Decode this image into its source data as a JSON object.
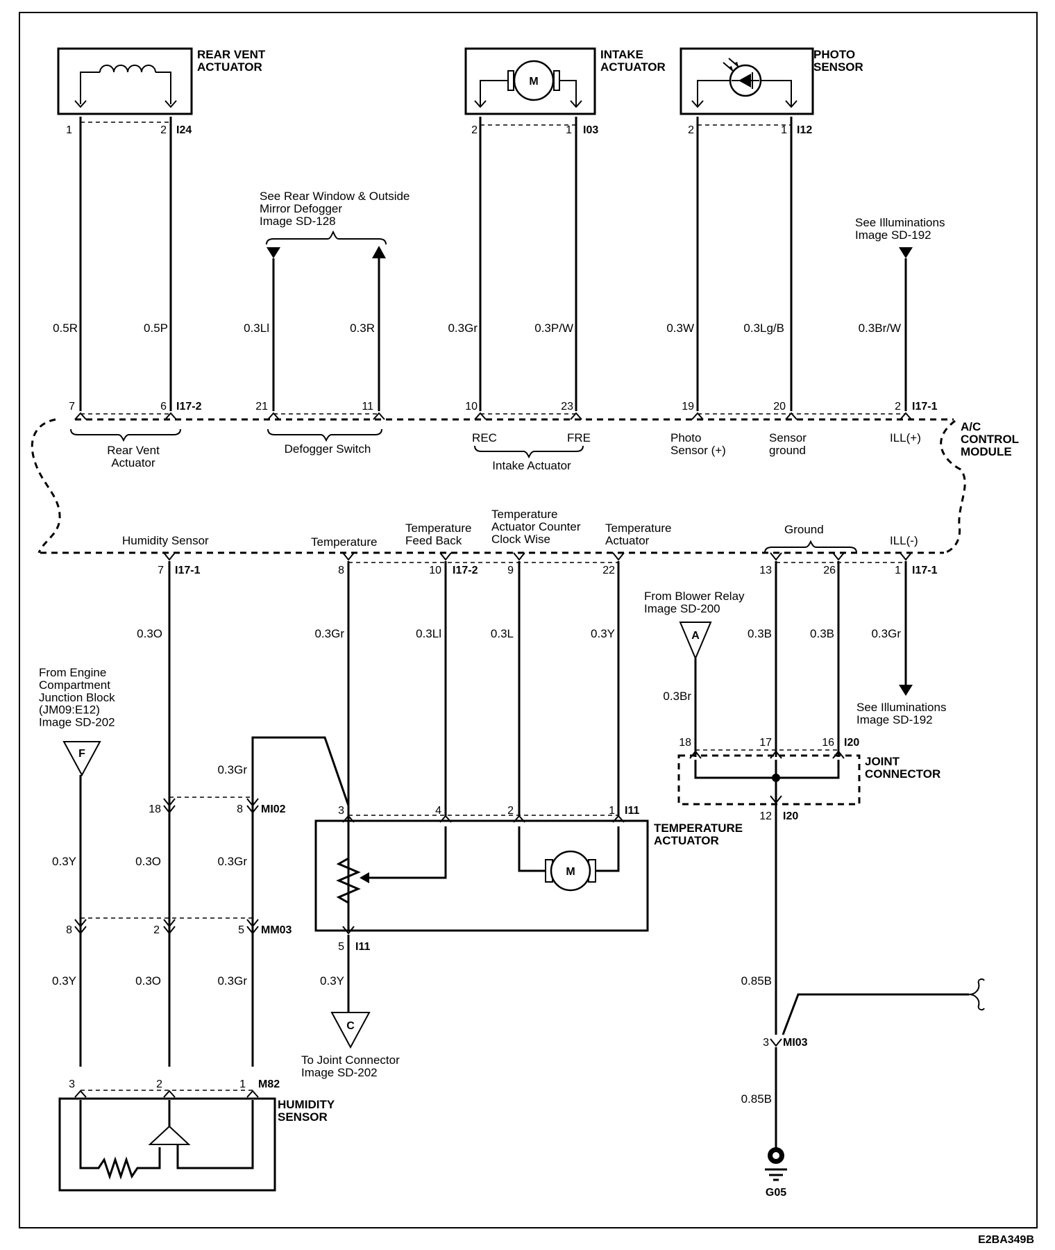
{
  "components": {
    "rear_vent_actuator": "REAR VENT\nACTUATOR",
    "intake_actuator": "INTAKE\nACTUATOR",
    "photo_sensor": "PHOTO\nSENSOR",
    "ac_control_module": "A/C\nCONTROL\nMODULE",
    "temperature_actuator": "TEMPERATURE\nACTUATOR",
    "humidity_sensor": "HUMIDITY\nSENSOR",
    "joint_connector": "JOINT\nCONNECTOR",
    "ground_point": "G05",
    "motor_symbol": "M"
  },
  "connectors": {
    "i24": "I24",
    "i03": "I03",
    "i12": "I12",
    "i17_2_top": "I17-2",
    "i17_1_top": "I17-1",
    "i17_1_bot_left": "I17-1",
    "i17_2_bot": "I17-2",
    "i17_1_bot_right": "I17-1",
    "i20_top": "I20",
    "i20_bot": "I20",
    "mi02": "MI02",
    "i11_top": "I11",
    "i11_bot": "I11",
    "mm03": "MM03",
    "m82": "M82",
    "mi03": "MI03"
  },
  "pins": {
    "rv_1": "1",
    "rv_2": "2",
    "ia_2": "2",
    "ia_1": "1",
    "ps_2": "2",
    "ps_1": "1",
    "m_7": "7",
    "m_6": "6",
    "m_21": "21",
    "m_11": "11",
    "m_10": "10",
    "m_23": "23",
    "m_19": "19",
    "m_20": "20",
    "m_2": "2",
    "b_7": "7",
    "b_8": "8",
    "b_10": "10",
    "b_9": "9",
    "b_22": "22",
    "b_13": "13",
    "b_26": "26",
    "b_1": "1",
    "jc_18": "18",
    "jc_17": "17",
    "jc_16": "16",
    "jc_12": "12",
    "mi02_18": "18",
    "mi02_8": "8",
    "ta_3": "3",
    "ta_4": "4",
    "ta_2": "2",
    "ta_1": "1",
    "ta_5": "5",
    "mm03_8": "8",
    "mm03_2": "2",
    "mm03_5": "5",
    "hs_3": "3",
    "hs_2": "2",
    "hs_1": "1",
    "mi03_3": "3"
  },
  "wires": {
    "w_05r": "0.5R",
    "w_05p": "0.5P",
    "w_03li_a": "0.3Ll",
    "w_03r": "0.3R",
    "w_03gr_a": "0.3Gr",
    "w_03pw": "0.3P/W",
    "w_03w": "0.3W",
    "w_03lgb": "0.3Lg/B",
    "w_03brw": "0.3Br/W",
    "w_03o_a": "0.3O",
    "w_03gr_b": "0.3Gr",
    "w_03li_b": "0.3Ll",
    "w_03l": "0.3L",
    "w_03y_a": "0.3Y",
    "w_03br": "0.3Br",
    "w_03b_a": "0.3B",
    "w_03b_b": "0.3B",
    "w_03gr_c": "0.3Gr",
    "w_03gr_d": "0.3Gr",
    "w_03y_b": "0.3Y",
    "w_03o_b": "0.3O",
    "w_03gr_e": "0.3Gr",
    "w_03y_c": "0.3Y",
    "w_03o_c": "0.3O",
    "w_03gr_f": "0.3Gr",
    "w_03y_d": "0.3Y",
    "w_085b_a": "0.85B",
    "w_085b_b": "0.85B"
  },
  "terminals": {
    "rear_vent_actuator": "Rear Vent\nActuator",
    "defogger_switch": "Defogger Switch",
    "rec": "REC",
    "fre": "FRE",
    "intake_actuator": "Intake Actuator",
    "photo_sensor_plus": "Photo\nSensor (+)",
    "sensor_ground": "Sensor\nground",
    "ill_plus": "ILL(+)",
    "humidity_sensor": "Humidity Sensor",
    "temperature": "Temperature",
    "temperature_feed_back": "Temperature\nFeed Back",
    "temperature_ccw": "Temperature\nActuator Counter\nClock Wise",
    "temperature_actuator": "Temperature\nActuator",
    "ground": "Ground",
    "ill_minus": "ILL(-)"
  },
  "references": {
    "defogger": "See Rear Window & Outside\nMirror Defogger\nImage SD-128",
    "illum_top": "See Illuminations\nImage SD-192",
    "illum_bottom": "See Illuminations\nImage SD-192",
    "blower_relay": "From Blower Relay\nImage SD-200",
    "engine_junction": "From Engine\nCompartment\nJunction Block\n(JM09:E12)\nImage SD-202",
    "joint_connector_c": "To Joint Connector\nImage SD-202"
  },
  "offpage": {
    "a": "A",
    "f": "F",
    "c": "C"
  },
  "figure_code": "E2BA349B"
}
